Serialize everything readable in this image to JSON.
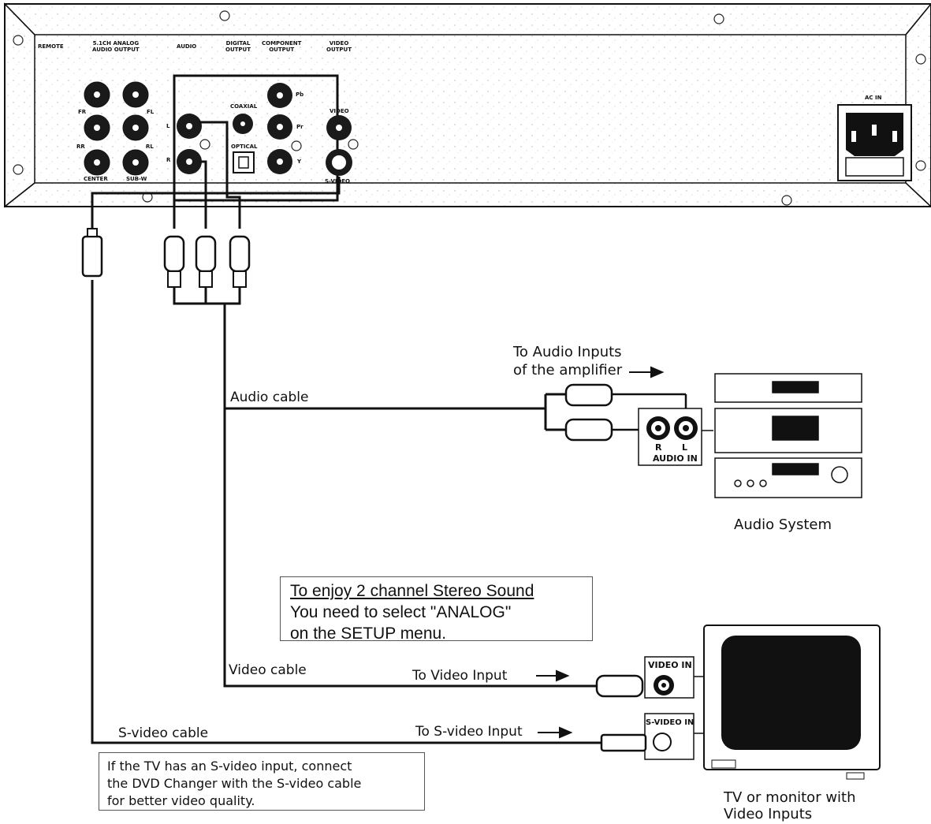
{
  "panel": {
    "remote": "REMOTE",
    "analog_out": "5.1CH ANALOG\nAUDIO OUTPUT",
    "audio": "AUDIO",
    "digital_out": "DIGITAL\nOUTPUT",
    "component_out": "COMPONENT\nOUTPUT",
    "video_out": "VIDEO\nOUTPUT",
    "ac_in": "AC IN",
    "jack_fr": "FR",
    "jack_fl": "FL",
    "jack_rr": "RR",
    "jack_rl": "RL",
    "jack_center": "CENTER",
    "jack_subw": "SUB-W",
    "jack_l": "L",
    "jack_r": "R",
    "coaxial": "COAXIAL",
    "optical": "OPTICAL",
    "pb": "Pb",
    "pr": "Pr",
    "y": "Y",
    "video": "VIDEO",
    "svideo": "S-VIDEO"
  },
  "labels": {
    "audio_inputs_line1": "To Audio Inputs",
    "audio_inputs_line2": "of the amplifier",
    "audio_cable": "Audio cable",
    "audio_r": "R",
    "audio_l": "L",
    "audio_in": "AUDIO IN",
    "audio_system": "Audio System",
    "video_cable": "Video cable",
    "to_video_input": "To Video Input",
    "video_in": "VIDEO IN",
    "svideo_cable": "S-video cable",
    "to_svideo_input": "To S-video Input",
    "svideo_in": "S-VIDEO IN",
    "tv_line1": "TV or monitor with",
    "tv_line2": "Video Inputs"
  },
  "notes": {
    "stereo_line1": "To enjoy 2 channel Stereo Sound",
    "stereo_line2": "You need to select \"ANALOG\"",
    "stereo_line3": "on the SETUP menu.",
    "svideo_line1": "If the TV has an S-video input, connect",
    "svideo_line2": "the DVD Changer with the S-video cable",
    "svideo_line3": "for better video quality."
  }
}
